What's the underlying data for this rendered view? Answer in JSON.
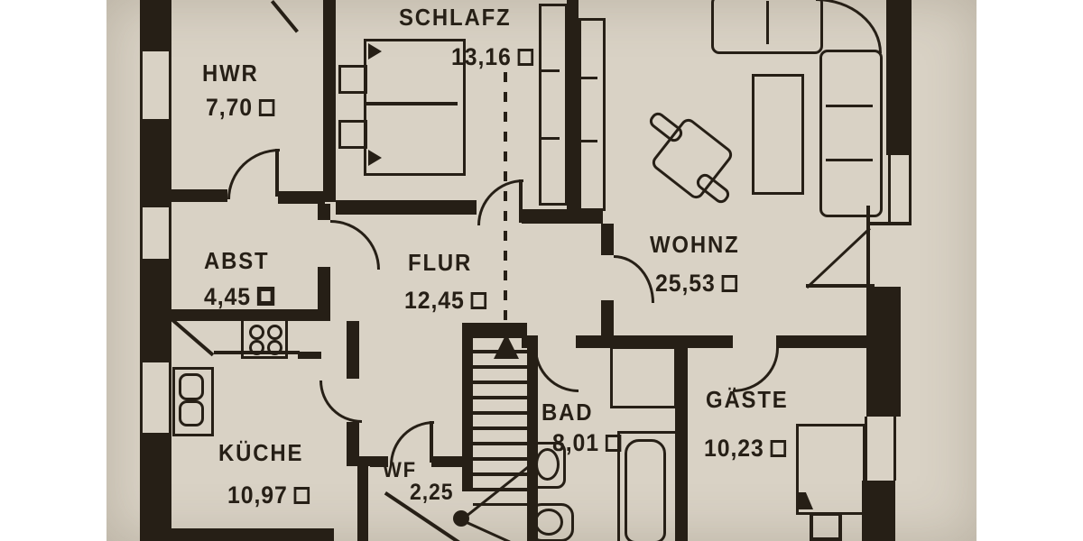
{
  "document": {
    "type": "floor-plan-photo",
    "paper_color": "#d9d2c5",
    "ink_color": "#261f16",
    "area_unit_symbol": "small square (m²)"
  },
  "rooms": {
    "hwr": {
      "label": "HWR",
      "area": "7,70"
    },
    "schlafz": {
      "label": "SCHLAFZ",
      "area": "13,16"
    },
    "wohnz": {
      "label": "WOHNZ",
      "area": "25,53"
    },
    "abst": {
      "label": "ABST",
      "area": "4,45"
    },
    "flur": {
      "label": "FLUR",
      "area": "12,45"
    },
    "kueche": {
      "label": "KÜCHE",
      "area": "10,97"
    },
    "bad": {
      "label": "BAD",
      "area": "8,01"
    },
    "gaeste": {
      "label": "GÄSTE",
      "area": "10,23"
    },
    "wf": {
      "label": "WF",
      "area": "2,25"
    }
  }
}
